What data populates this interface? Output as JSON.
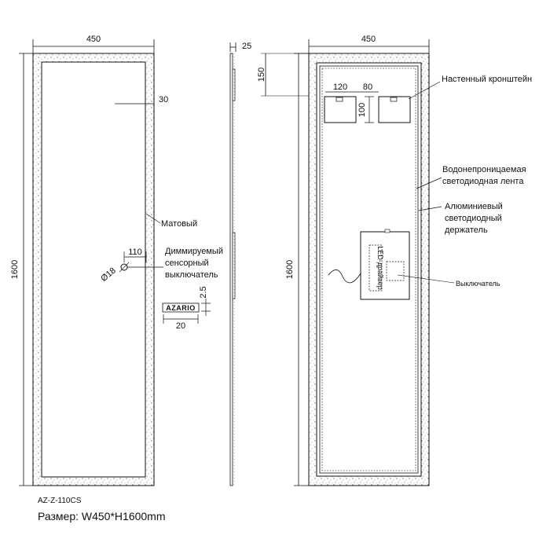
{
  "dimensions": {
    "front_width": "450",
    "front_height": "1600",
    "frame_inset": "30",
    "side_depth": "25",
    "back_width": "450",
    "back_height": "1600",
    "bracket_offset_top": "150",
    "bracket_offset_left": "120",
    "bracket_width": "80",
    "bracket_height": "100",
    "switch_offset": "110",
    "switch_diameter": "Ø18",
    "logo_width": "20",
    "logo_gap": "2.5"
  },
  "labels": {
    "matte": "Матовый",
    "switch_line1": "Диммируемый",
    "switch_line2": "сенсорный",
    "switch_line3": "выключатель",
    "bracket": "Настенный кронштейн",
    "led_strip_line1": "Водонепроницаемая",
    "led_strip_line2": "светодиодная лента",
    "holder_line1": "Алюминиевый",
    "holder_line2": "светодиодный",
    "holder_line3": "держатель",
    "driver": "LED-драйвер",
    "switch_back": "Выключатель",
    "logo": "AZARIO"
  },
  "footer": {
    "model": "AZ-Z-110CS",
    "size": "Размер: W450*H1600mm"
  }
}
